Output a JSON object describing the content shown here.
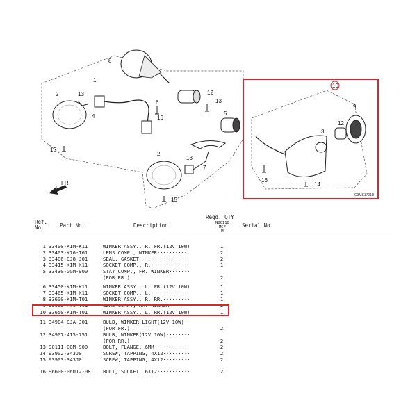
{
  "diagram": {
    "callouts": [
      "1",
      "2",
      "3",
      "4",
      "5",
      "6",
      "7",
      "8",
      "9",
      "10",
      "12",
      "13",
      "14",
      "15",
      "16"
    ],
    "direction_label": "FR.",
    "code": "C3MS1701B",
    "highlight_color": "#d9262b"
  },
  "table": {
    "headers": {
      "ref": "Ref.\nNo.",
      "part_no": "Part No.",
      "description": "Description",
      "reqd_qty": "Reqd. QTY",
      "model": "NBC110\nMCF\nM",
      "serial_no": "Serial No."
    },
    "rows": [
      {
        "ref": "1",
        "part_no": "33400-K1M-K11",
        "desc": "WINKER ASSY., R. FR.(12V 10W)",
        "qty": "1"
      },
      {
        "ref": "2",
        "part_no": "33403-K76-T61",
        "desc": "LENS COMP., WINKER··········",
        "qty": "2"
      },
      {
        "ref": "3",
        "part_no": "33406-GJ8-J01",
        "desc": "SEAL, GASKET·················",
        "qty": "2"
      },
      {
        "ref": "4",
        "part_no": "33415-K1M-K11",
        "desc": "SOCKET COMP., R.·············",
        "qty": "1"
      },
      {
        "ref": "5",
        "part_no": "33430-GGM-900",
        "desc": "STAY COMP., FR. WINKER·······",
        "qty": ""
      },
      {
        "ref": "",
        "part_no": "",
        "desc": "(FOR RR.)",
        "qty": "2"
      },
      {
        "ref": "6",
        "part_no": "33450-K1M-K11",
        "desc": "WINKER ASSY., L. FR.(12V 10W)",
        "qty": "1"
      },
      {
        "ref": "7",
        "part_no": "33465-K1M-K11",
        "desc": "SOCKET COMP., L.·············",
        "qty": "1"
      },
      {
        "ref": "8",
        "part_no": "33600-K1M-T01",
        "desc": "WINKER ASSY., R. RR.·········",
        "qty": "1"
      },
      {
        "ref": "9",
        "part_no": "33603-K76-T61",
        "desc": "LENS COMP., RR. WINKER·······",
        "qty": "2"
      },
      {
        "ref": "10",
        "part_no": "33650-K1M-T01",
        "desc": "WINKER ASSY., L. RR.(12V 10W)",
        "qty": "1"
      },
      {
        "ref": "11",
        "part_no": "34904-GJA-J01",
        "desc": "BULB, WINKER LIGHT(12V 10W)··",
        "qty": ""
      },
      {
        "ref": "",
        "part_no": "",
        "desc": "(FOR FR.)",
        "qty": "2"
      },
      {
        "ref": "12",
        "part_no": "34907-415-751",
        "desc": "BULB, WINKER(12V 10W)········",
        "qty": ""
      },
      {
        "ref": "",
        "part_no": "",
        "desc": "(FOR RR.)",
        "qty": "2"
      },
      {
        "ref": "13",
        "part_no": "90111-GGM-900",
        "desc": "BOLT, FLANGE, 6MM············",
        "qty": "2"
      },
      {
        "ref": "14",
        "part_no": "93902-343J0",
        "desc": "SCREW, TAPPING, 4X12·········",
        "qty": "2"
      },
      {
        "ref": "15",
        "part_no": "93903-343J0",
        "desc": "SCREW, TAPPING, 4X12·········",
        "qty": "2"
      },
      {
        "ref": "16",
        "part_no": "96600-06012-08",
        "desc": "BOLT, SOCKET, 6X12···········",
        "qty": "2"
      }
    ]
  }
}
